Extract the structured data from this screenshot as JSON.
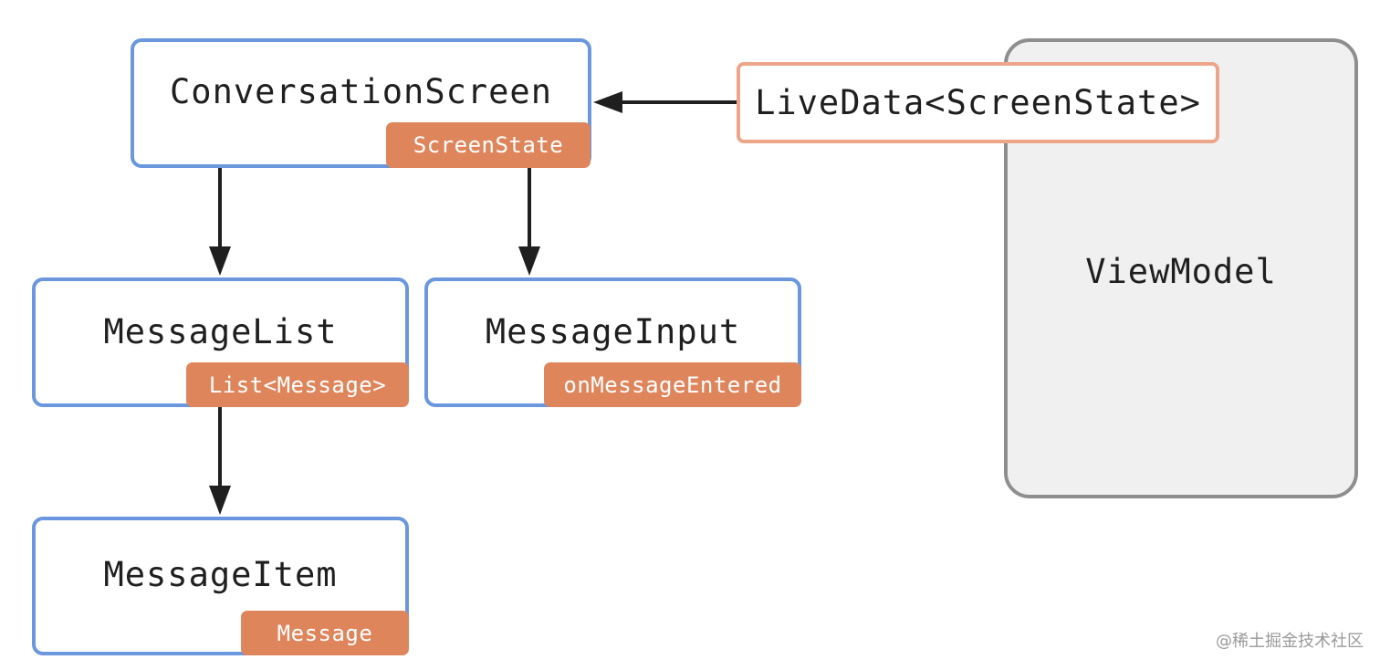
{
  "colors": {
    "component_border": "#6a97de",
    "tag_fill": "#df855c",
    "livedata_border": "#eea68a",
    "viewmodel_border": "#8e8e8e",
    "viewmodel_fill": "#f0f0f0",
    "arrow": "#1f1f1f"
  },
  "nodes": {
    "conversation_screen": {
      "title": "ConversationScreen",
      "tag": "ScreenState"
    },
    "message_list": {
      "title": "MessageList",
      "tag": "List<Message>"
    },
    "message_input": {
      "title": "MessageInput",
      "tag": "onMessageEntered"
    },
    "message_item": {
      "title": "MessageItem",
      "tag": "Message"
    }
  },
  "viewmodel": {
    "title": "ViewModel",
    "livedata": "LiveData<ScreenState>"
  },
  "watermark": "@稀土掘金技术社区"
}
